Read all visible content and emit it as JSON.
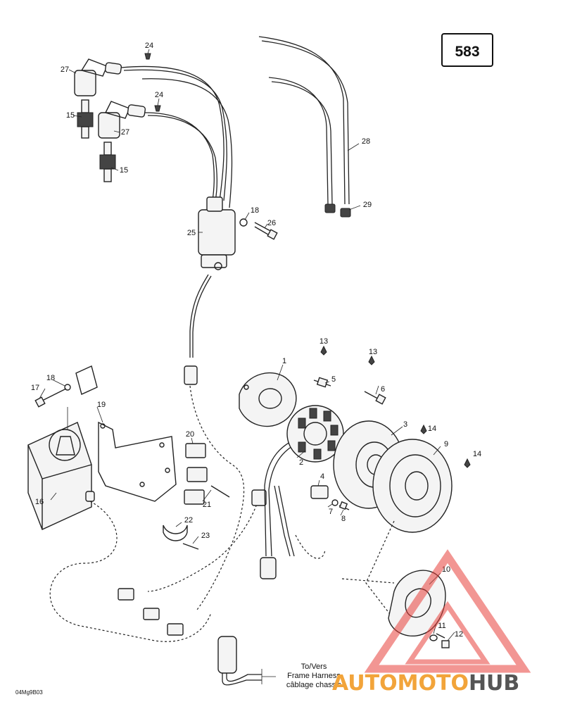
{
  "page_number": "583",
  "drawing_code": "04Mg9B03",
  "harness_note": {
    "line1": "To/Vers",
    "line2": "Frame Harness",
    "line3": "câblage chassis"
  },
  "callouts": {
    "c1": "1",
    "c2": "2",
    "c3": "3",
    "c4": "4",
    "c5": "5",
    "c6": "6",
    "c7": "7",
    "c8": "8",
    "c9": "9",
    "c10": "10",
    "c11": "11",
    "c12": "12",
    "c13a": "13",
    "c13b": "13",
    "c14a": "14",
    "c14b": "14",
    "c15a": "15",
    "c15b": "15",
    "c16": "16",
    "c17": "17",
    "c18a": "18",
    "c18b": "18",
    "c19": "19",
    "c20": "20",
    "c21": "21",
    "c22": "22",
    "c23": "23",
    "c24a": "24",
    "c24b": "24",
    "c25": "25",
    "c26": "26",
    "c27a": "27",
    "c27b": "27",
    "c28": "28",
    "c29": "29"
  },
  "watermark": {
    "part1": "AUTOMOTO",
    "part2": "HUB",
    "color_primary": "#e8403a",
    "color_secondary": "#f2a43a",
    "color_text_dark": "#555555"
  }
}
